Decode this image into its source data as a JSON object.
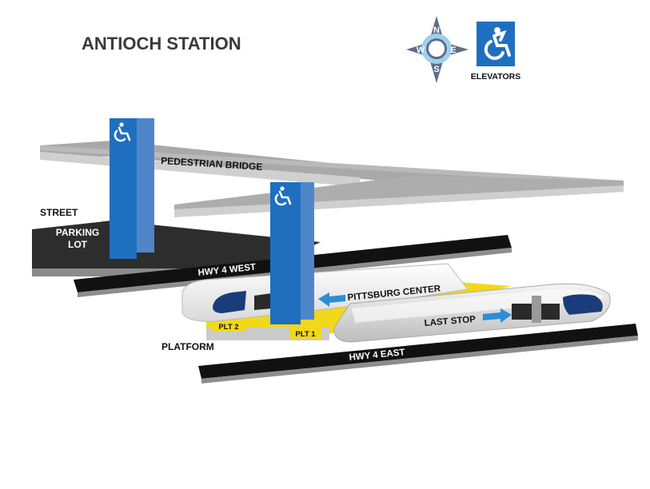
{
  "title": "ANTIOCH STATION",
  "compass": {
    "n": "N",
    "s": "S",
    "e": "E",
    "w": "W"
  },
  "legend": {
    "elevators_label": "ELEVATORS",
    "icon": "accessible-elevator-icon"
  },
  "labels": {
    "pedestrian_bridge": "PEDESTRIAN BRIDGE",
    "street": "STREET",
    "parking_line1": "PARKING",
    "parking_line2": "LOT",
    "hwy_west": "HWY 4 WEST",
    "hwy_east": "HWY 4 EAST",
    "platform": "PLATFORM",
    "plt1": "PLT 1",
    "plt2": "PLT 2",
    "train_back": "PITTSBURG CENTER",
    "train_front": "LAST STOP"
  },
  "colors": {
    "title": "#3a3a3a",
    "elevator_blue": "#1f6fbf",
    "elevator_blue_side": "#4f86c9",
    "road": "#111111",
    "bridge_top": "#a9a9a9",
    "bridge_front": "#cfcfcf",
    "platform_yellow": "#f2d81a",
    "arrow_blue": "#2b8fd6",
    "train_navy": "#1b3c7a"
  }
}
